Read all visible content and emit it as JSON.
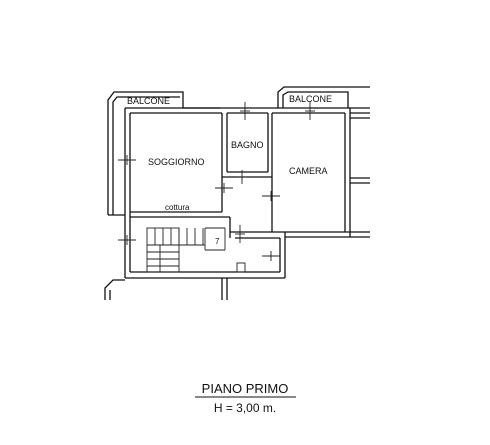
{
  "rooms": {
    "balcone_left": "BALCONE",
    "balcone_right": "BALCONE",
    "soggiorno": "SOGGIORNO",
    "bagno": "BAGNO",
    "camera": "CAMERA",
    "cottura": "cottura"
  },
  "caption": {
    "title": "PIANO PRIMO",
    "height": "H = 3,00 m."
  }
}
